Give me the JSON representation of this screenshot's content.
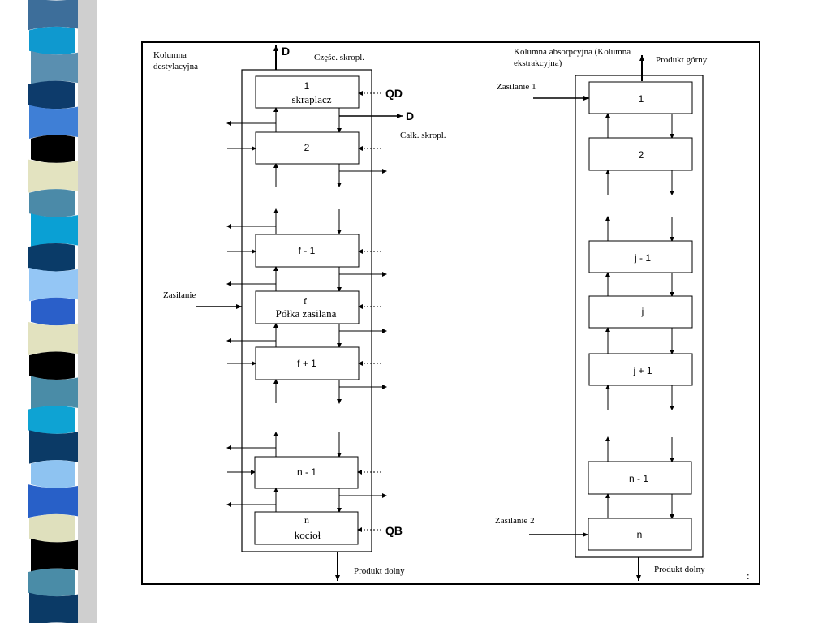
{
  "decor": {
    "stripe_colors": [
      "#3d6e9a",
      "#0f99cf",
      "#5a8fb0",
      "#0d3b6b",
      "#3f7fd6",
      "#000000",
      "#e3e3c0",
      "#4b8aa8",
      "#0aa0d4",
      "#0a3b68",
      "#94c6f5",
      "#2a5fc9",
      "#e2e2bf",
      "#000000",
      "#4a8ca7",
      "#0ea3d3",
      "#0b3a66",
      "#8ec3f1",
      "#2860c8",
      "#dfe0bd",
      "#000000",
      "#4a8ca7",
      "#0b3a66"
    ]
  },
  "left": {
    "title": "Kolumna destylacyjna",
    "title_line1": "Kolumna",
    "title_line2": "destylacyjna",
    "top_D": "D",
    "partial_condenser": "Częśc. skropl.",
    "total_condenser": "Całk. skropl.",
    "QD": "QD",
    "side_D": "D",
    "feed": "Zasilanie",
    "QB": "QB",
    "bottom_product": "Produkt dolny",
    "stages": {
      "s1_num": "1",
      "s1_name": "skraplacz",
      "s2": "2",
      "sf_minus": "f - 1",
      "sf_num": "f",
      "sf_name": "Półka zasilana",
      "sf_plus": "f + 1",
      "sn_minus": "n - 1",
      "sn_num": "n",
      "sn_name": "kocioł"
    }
  },
  "right": {
    "title_line1": "Kolumna absorpcyjna (Kolumna",
    "title_line2": "ekstrakcyjna)",
    "top_product": "Produkt górny",
    "feed1": "Zasilanie 1",
    "feed2": "Zasilanie 2",
    "bottom_product": "Produkt dolny",
    "colon": ":",
    "stages": {
      "s1": "1",
      "s2": "2",
      "sj_minus": "j - 1",
      "sj": "j",
      "sj_plus": "j + 1",
      "sn_minus": "n - 1",
      "sn": "n"
    }
  }
}
